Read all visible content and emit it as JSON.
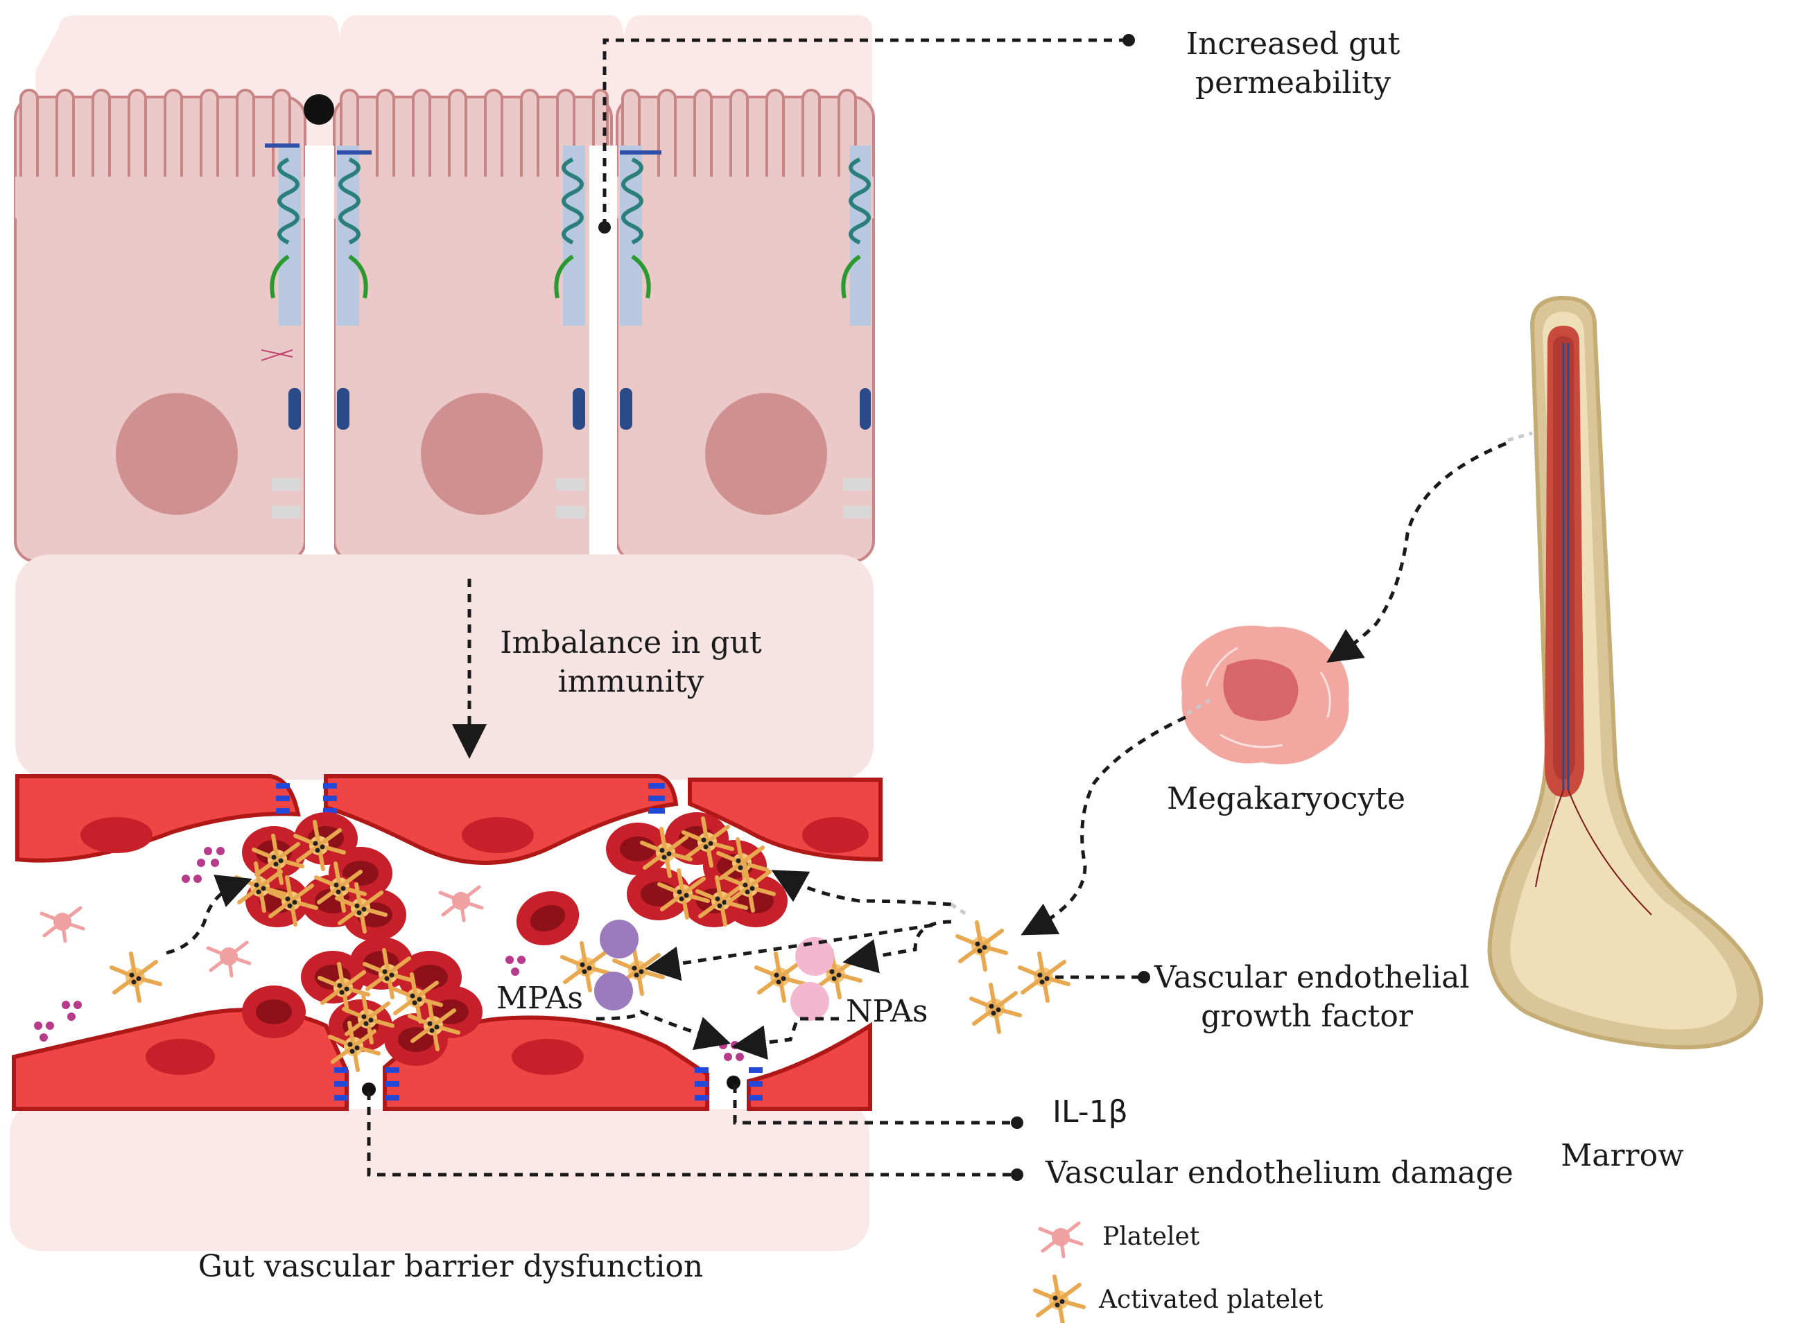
{
  "labels": {
    "increased_permeability_line1": "Increased gut",
    "increased_permeability_line2": "permeability",
    "imbalance_line1": "Imbalance in gut",
    "imbalance_line2": "immunity",
    "megakaryocyte": "Megakaryocyte",
    "vegf_line1": "Vascular endothelial",
    "vegf_line2": "growth factor",
    "marrow": "Marrow",
    "il1b": "IL-1β",
    "endothelium_damage": "Vascular endothelium damage",
    "mpas": "MPAs",
    "npas": "NPAs",
    "barrier_dysfunction": "Gut vascular barrier dysfunction"
  },
  "legend": {
    "items": [
      {
        "label": "Platelet",
        "icon": "resting-platelet-icon"
      },
      {
        "label": "Activated platelet",
        "icon": "activated-platelet-icon"
      }
    ]
  },
  "colors": {
    "epithelium": "#ecc9c9",
    "epithelium_border": "#c98585",
    "lumen_bg": "#fbe8e8",
    "lamina_bg": "#f6e4e4",
    "nucleus": "#d09090",
    "endothelium": "#f04545",
    "endothelium_dark": "#b01818",
    "rbc": "#c8202a",
    "activated_platelet": "#f7c474",
    "platelet": "#f0a0a0",
    "junction_blue": "#2448d8",
    "bone": "#eedcae",
    "marrow": "#c84a3c"
  }
}
